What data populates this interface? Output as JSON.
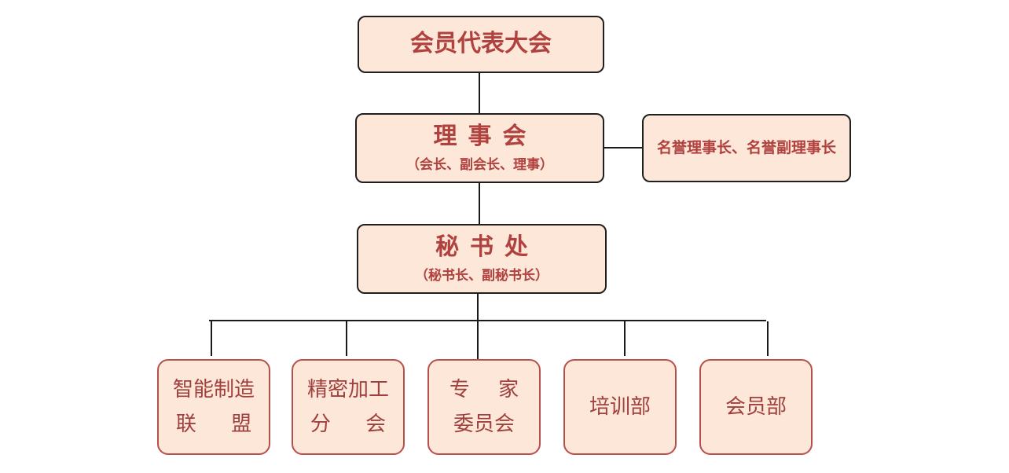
{
  "nodes": {
    "assembly": {
      "title": "会员代表大会"
    },
    "council": {
      "title": "理事会",
      "subtitle": "（会长、副会长、理事）"
    },
    "honorary": {
      "title": "名誉理事长、名誉副理事长"
    },
    "secretariat": {
      "title": "秘书处",
      "subtitle": "（秘书长、副秘书长）"
    },
    "departments": [
      {
        "lines": [
          "智能制造",
          "联 盟"
        ]
      },
      {
        "lines": [
          "精密加工",
          "分 会"
        ]
      },
      {
        "lines": [
          "专 家",
          "委员会"
        ]
      },
      {
        "lines": [
          "培训部"
        ]
      },
      {
        "lines": [
          "会员部"
        ]
      }
    ]
  },
  "colors": {
    "box_fill": "#fce7d9",
    "text_accent": "#b0413e",
    "dept_border": "#b5504d",
    "top_border": "#1f1f1f",
    "connector": "#1a1a1a"
  }
}
